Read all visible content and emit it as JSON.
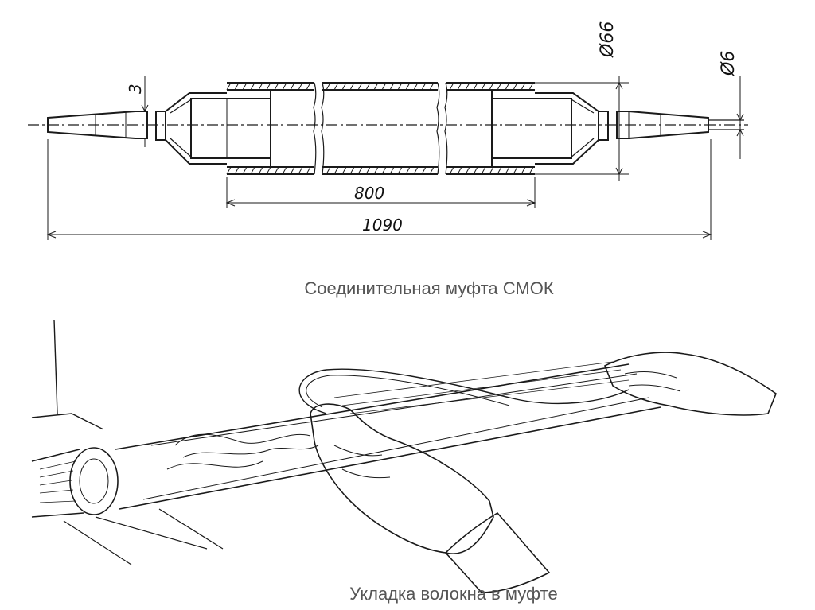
{
  "top_figure": {
    "caption": "Соединительная муфта СМОК",
    "dimensions": {
      "overall_length": "1090",
      "sleeve_length": "800",
      "outer_diameter": "Ø66",
      "cable_diameter": "Ø6",
      "end_gap": "3"
    }
  },
  "bottom_figure": {
    "caption": "Укладка волокна в муфте"
  },
  "colors": {
    "ink": "#1a1a1a",
    "caption": "#555555",
    "background": "#ffffff"
  }
}
